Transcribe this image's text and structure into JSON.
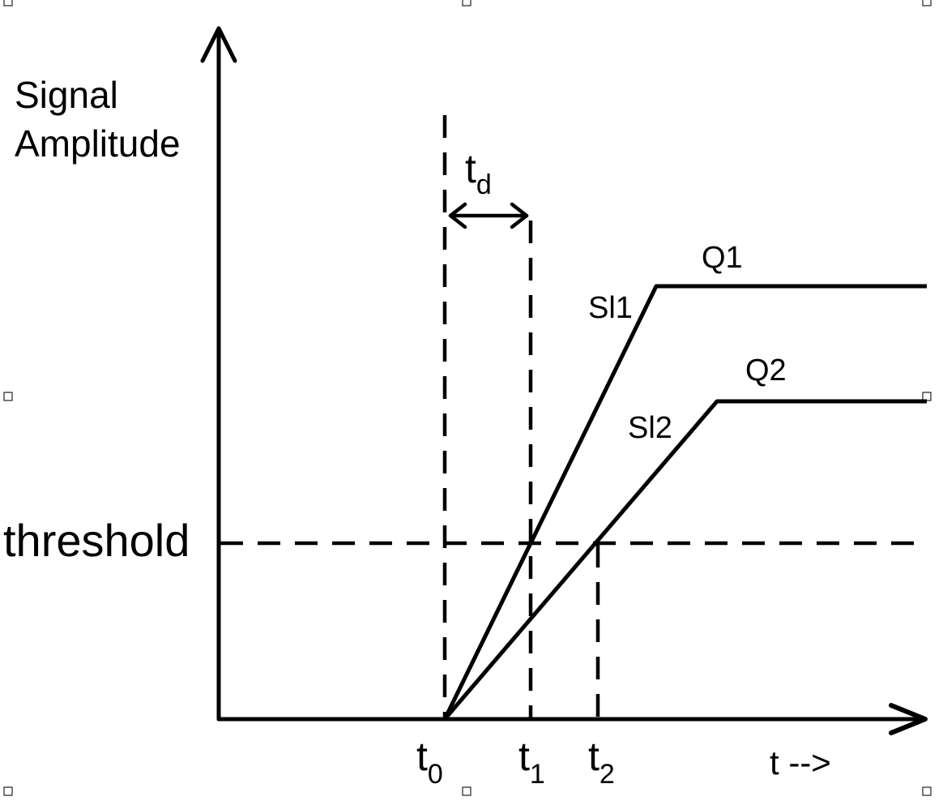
{
  "axes": {
    "y_label_line1": "Signal",
    "y_label_line2": "Amplitude",
    "x_label": "t -->"
  },
  "threshold_label": "threshold",
  "delay": {
    "symbol": "t",
    "subscript": "d"
  },
  "time_marks": [
    {
      "symbol": "t",
      "subscript": "0"
    },
    {
      "symbol": "t",
      "subscript": "1"
    },
    {
      "symbol": "t",
      "subscript": "2"
    }
  ],
  "signals": [
    {
      "slope_label": "Sl1",
      "level_label": "Q1"
    },
    {
      "slope_label": "Sl2",
      "level_label": "Q2"
    }
  ]
}
